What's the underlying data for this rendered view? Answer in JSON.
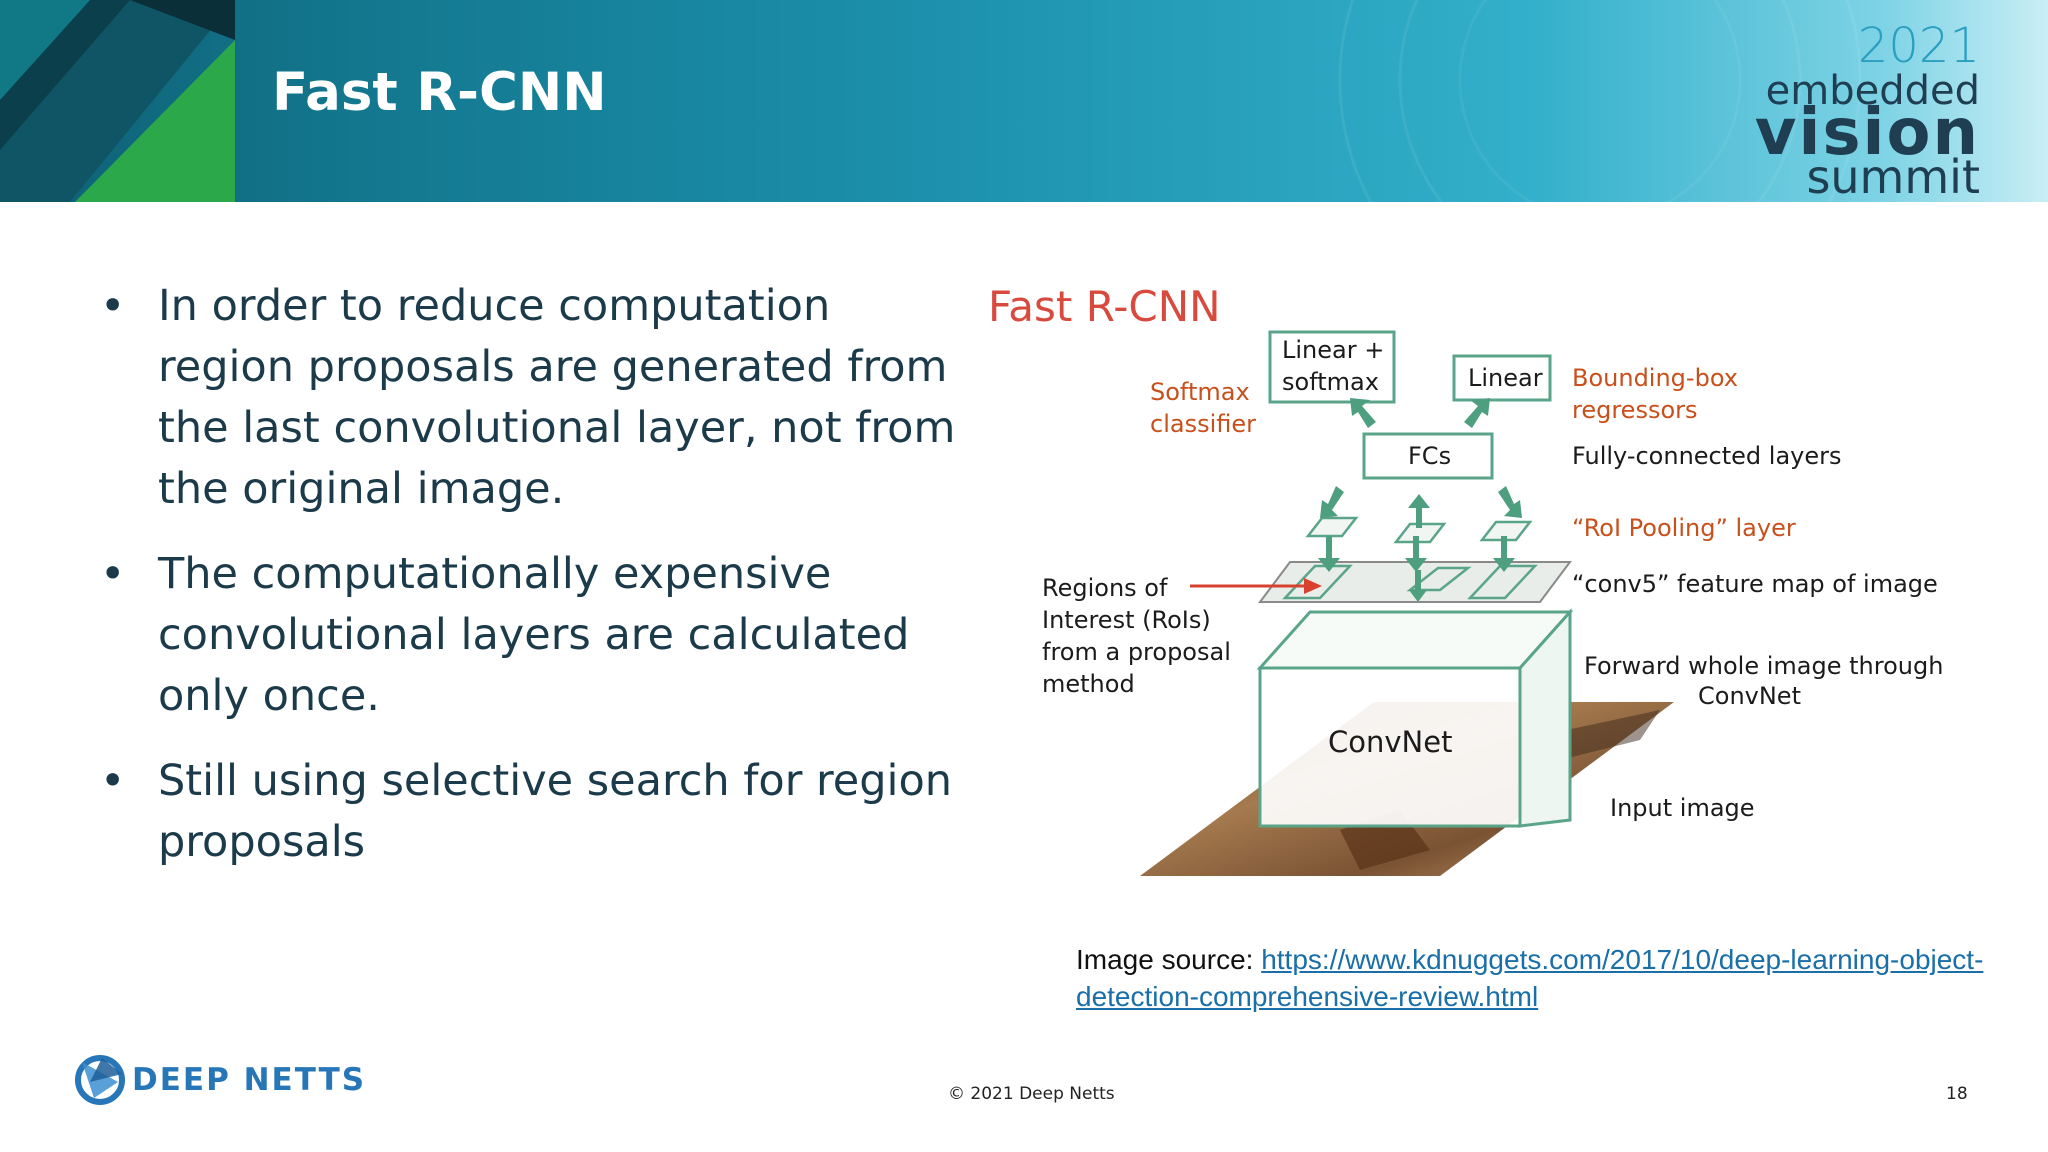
{
  "header": {
    "title": "Fast R-CNN",
    "summit": {
      "year": "2021",
      "line1": "embedded",
      "line2": "vision",
      "line3": "summit"
    }
  },
  "bullets": [
    "In order to reduce computation region proposals are generated from the last convolutional layer, not from the original image.",
    "The computationally expensive convolutional layers are calculated only once.",
    "Still using selective search for region proposals"
  ],
  "bullet_marker": "•",
  "diagram": {
    "title": "Fast R-CNN",
    "box_linear_softmax": [
      "Linear +",
      "softmax"
    ],
    "box_linear": "Linear",
    "box_fcs": "FCs",
    "box_convnet": "ConvNet",
    "softmax_classifier": [
      "Softmax",
      "classifier"
    ],
    "bbox_regressors": [
      "Bounding-box",
      "regressors"
    ],
    "fc_layers": "Fully-connected layers",
    "roi_pooling": "“RoI Pooling” layer",
    "conv5_map": "“conv5” feature map of image",
    "rois": [
      "Regions of",
      "Interest (RoIs)",
      "from a proposal",
      "method"
    ],
    "forward": [
      "Forward whole image through",
      "ConvNet"
    ],
    "input_image": "Input image",
    "colors": {
      "box": "#5aa58a",
      "arrow": "#4e9e80",
      "orange": "#c8501c",
      "title": "#d84a3e",
      "red_arrow": "#d9412f"
    }
  },
  "source": {
    "label": "Image source:",
    "url_line1": "https://www.kdnuggets.com/2017/10/deep-learning-object-",
    "url_line2": "detection-comprehensive-review.html"
  },
  "footer": {
    "brand": "DEEP NETTS",
    "copyright": "© 2021 Deep Netts",
    "page": "18"
  }
}
